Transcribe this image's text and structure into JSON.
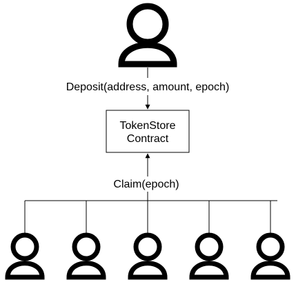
{
  "diagram": {
    "deposit_label": "Deposit(address, amount, epoch)",
    "contract_line1": "TokenStore",
    "contract_line2": "Contract",
    "claim_label": "Claim(epoch)"
  },
  "icons": {
    "depositor": "user-icon",
    "claimant": "user-icon"
  },
  "colors": {
    "stroke": "#000000",
    "background": "#ffffff"
  }
}
